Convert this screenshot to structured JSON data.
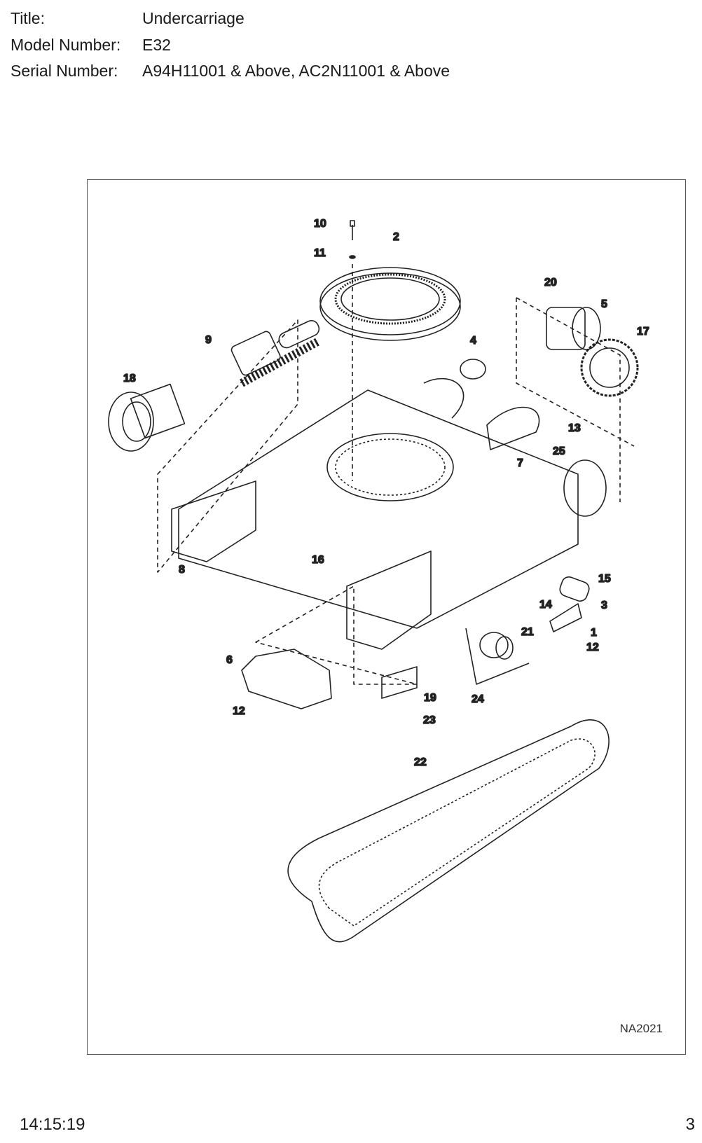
{
  "header": {
    "title_label": "Title:",
    "title_value": "Undercarriage",
    "model_label": "Model Number:",
    "model_value": "E32",
    "serial_label": "Serial Number:",
    "serial_value": "A94H11001 & Above, AC2N11001 & Above"
  },
  "diagram": {
    "drawing_code": "NA2021",
    "callouts": {
      "c1": "1",
      "c2": "2",
      "c3": "3",
      "c4": "4",
      "c5": "5",
      "c6": "6",
      "c7": "7",
      "c8": "8",
      "c9": "9",
      "c10": "10",
      "c11": "11",
      "c12a": "12",
      "c12b": "12",
      "c13": "13",
      "c14": "14",
      "c15": "15",
      "c16": "16",
      "c17": "17",
      "c18": "18",
      "c19": "19",
      "c20": "20",
      "c21": "21",
      "c22": "22",
      "c23": "23",
      "c24": "24",
      "c25": "25"
    }
  },
  "footer": {
    "time": "14:15:19",
    "page": "3"
  }
}
